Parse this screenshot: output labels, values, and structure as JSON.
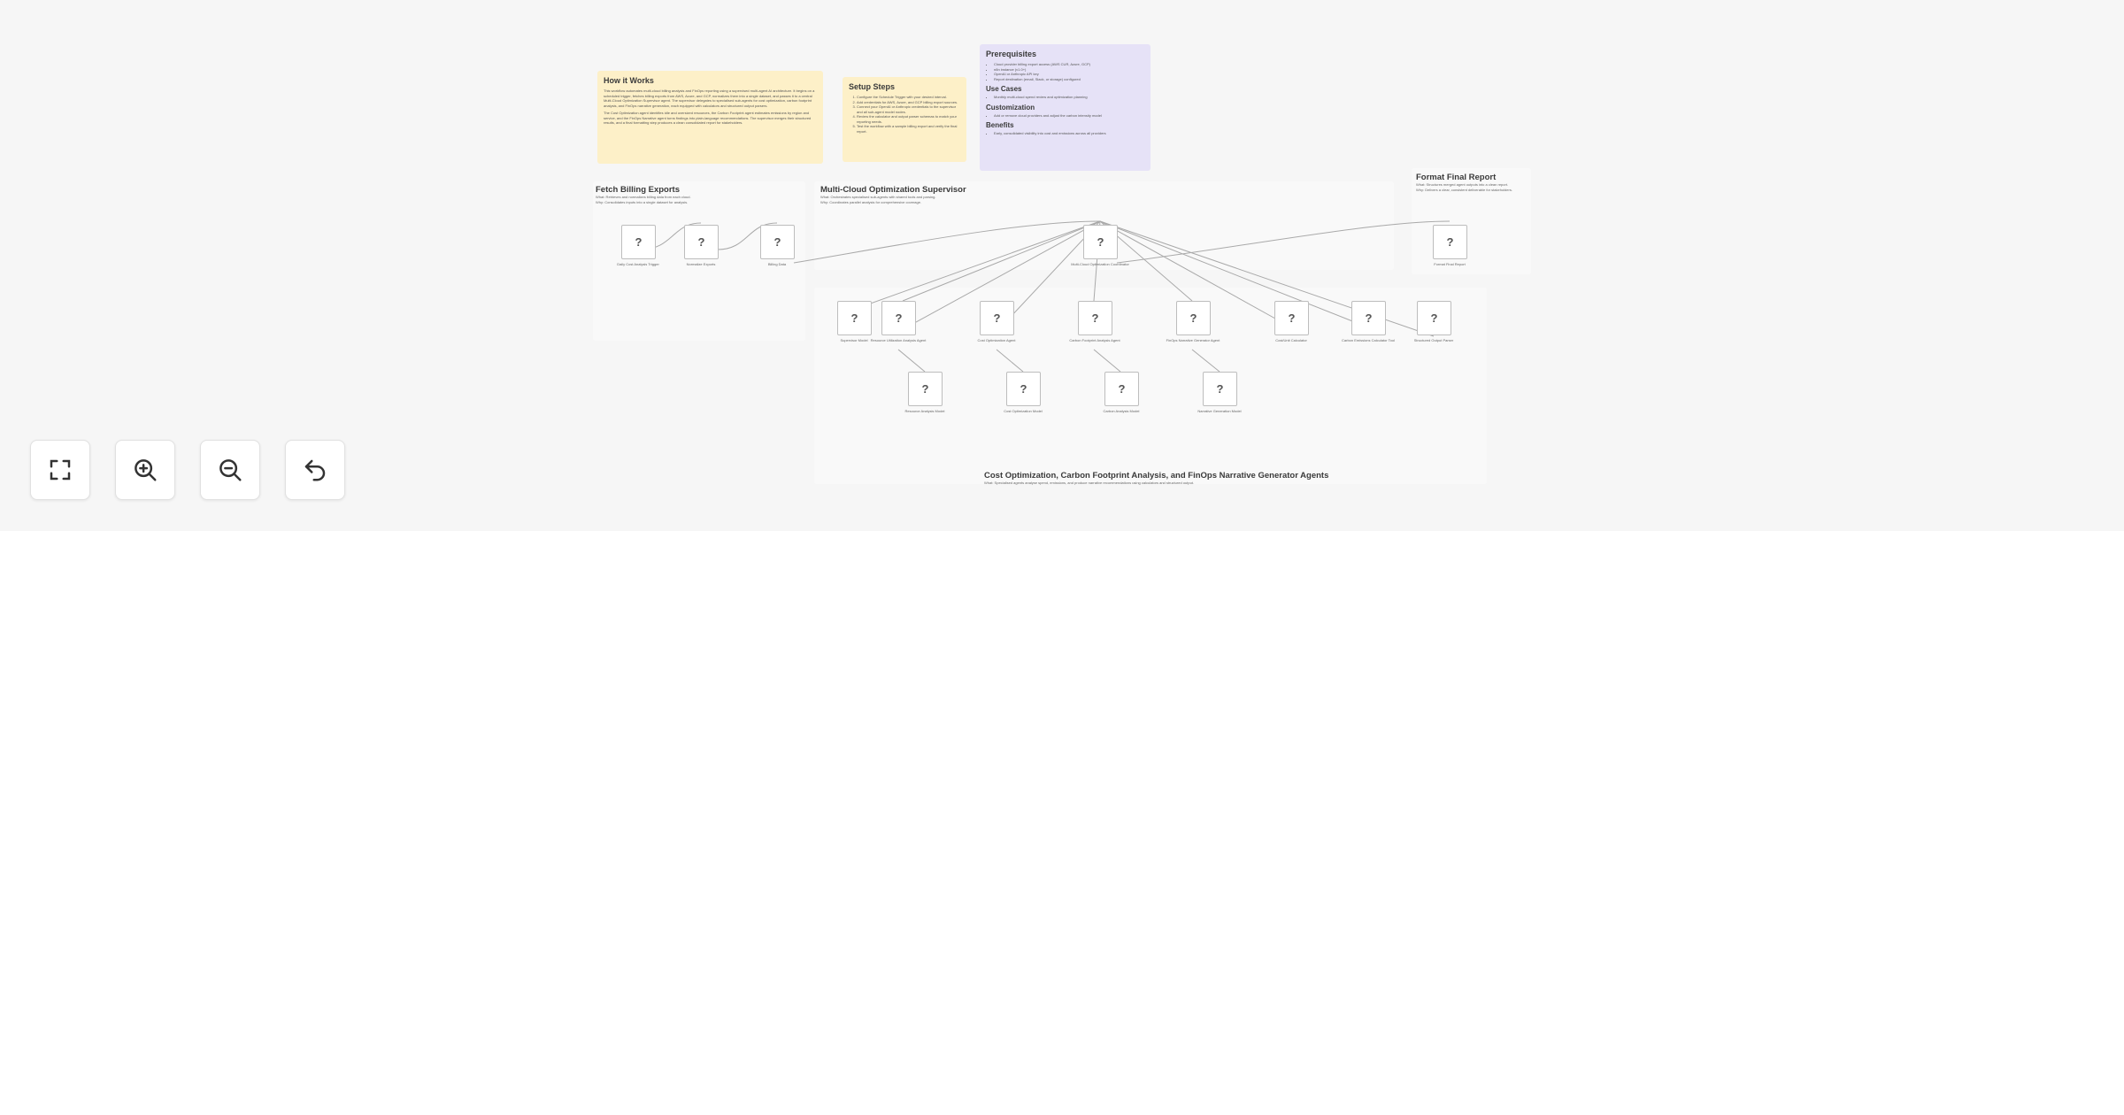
{
  "notes": {
    "how_it_works": {
      "title": "How it Works",
      "paragraphs": [
        "This workflow automates multi-cloud billing analysis and FinOps reporting using a supervised multi-agent AI architecture. It begins on a scheduled trigger, fetches billing exports from AWS, Azure, and GCP, normalizes them into a single dataset, and passes it to a central Multi-Cloud Optimization Supervisor agent. The supervisor delegates to specialised sub-agents for cost optimization, carbon footprint analysis, and FinOps narrative generation, each equipped with calculators and structured output parsers.",
        "The Cost Optimization agent identifies idle and oversized resources, the Carbon Footprint agent estimates emissions by region and service, and the FinOps Narrative agent turns findings into plain-language recommendations. The supervisor merges their structured results, and a final formatting step produces a clean consolidated report for stakeholders."
      ]
    },
    "setup_steps": {
      "title": "Setup Steps",
      "items": [
        "Configure the Schedule Trigger with your desired interval.",
        "Add credentials for AWS, Azure, and GCP billing export sources.",
        "Connect your OpenAI or Anthropic credentials to the supervisor and all sub-agent model nodes.",
        "Review the calculator and output parser schemas to match your reporting needs.",
        "Test the workflow with a sample billing export and verify the final report."
      ]
    },
    "prerequisites": {
      "title": "Prerequisites",
      "items": [
        "Cloud provider billing export access (AWS CUR, Azure, GCP)",
        "n8n instance (v1.0+)",
        "OpenAI or Anthropic API key",
        "Report destination (email, Slack, or storage) configured"
      ],
      "use_cases_title": "Use Cases",
      "use_cases": [
        "Monthly multi-cloud spend review and optimization planning"
      ],
      "customization_title": "Customization",
      "customization": [
        "Add or remove cloud providers and adjust the carbon intensity model"
      ],
      "benefits_title": "Benefits",
      "benefits": [
        "Early, consolidated visibility into cost and emissions across all providers"
      ]
    }
  },
  "sections": {
    "fetch": {
      "title": "Fetch Billing Exports",
      "what": "What: Retrieves and normalizes billing data from each cloud.",
      "why": "Why: Consolidates inputs into a single dataset for analysis."
    },
    "supervisor": {
      "title": "Multi-Cloud Optimization Supervisor",
      "what": "What: Orchestrates specialised sub-agents with shared tools and parsing.",
      "why": "Why: Coordinates parallel analysis for comprehensive coverage."
    },
    "format": {
      "title": "Format Final Report",
      "what": "What: Structures merged agent outputs into a clean report.",
      "why": "Why: Delivers a clear, consistent deliverable for stakeholders."
    },
    "agents": {
      "title": "Cost Optimization, Carbon Footprint Analysis, and FinOps Narrative Generator Agents",
      "what": "What: Specialised agents analyse spend, emissions, and produce narrative recommendations using calculators and structured output."
    }
  },
  "nodes": [
    {
      "id": "daily-trigger",
      "icon": "?",
      "label": "Daily Cost Analysis Trigger"
    },
    {
      "id": "normalize",
      "icon": "?",
      "label": "Normalize Exports"
    },
    {
      "id": "billing-data",
      "icon": "?",
      "label": "Billing Data"
    },
    {
      "id": "supervisor",
      "icon": "?",
      "label": "Multi-Cloud Optimization Coordinator"
    },
    {
      "id": "format-report",
      "icon": "?",
      "label": "Format Final Report"
    },
    {
      "id": "model-sup",
      "icon": "?",
      "label": "Supervisor Model"
    },
    {
      "id": "resource-agent",
      "icon": "?",
      "label": "Resource Utilization Analysis Agent"
    },
    {
      "id": "cost-agent",
      "icon": "?",
      "label": "Cost Optimization Agent"
    },
    {
      "id": "carbon-agent",
      "icon": "?",
      "label": "Carbon Footprint Analysis Agent"
    },
    {
      "id": "finops-agent",
      "icon": "?",
      "label": "FinOps Narrative Generator Agent"
    },
    {
      "id": "cost-calc",
      "icon": "?",
      "label": "Cost/Unit Calculator"
    },
    {
      "id": "carbon-calc",
      "icon": "?",
      "label": "Carbon Emissions Calculator Tool"
    },
    {
      "id": "output-parser",
      "icon": "?",
      "label": "Structured Output Parser"
    },
    {
      "id": "model-resource",
      "icon": "?",
      "label": "Resource Analysis Model"
    },
    {
      "id": "model-cost",
      "icon": "?",
      "label": "Cost Optimization Model"
    },
    {
      "id": "model-carbon",
      "icon": "?",
      "label": "Carbon Analysis Model"
    },
    {
      "id": "model-narrative",
      "icon": "?",
      "label": "Narrative Generation Model"
    }
  ],
  "controls": [
    {
      "id": "fit-view",
      "icon": "fullscreen-icon",
      "title": "Fit view"
    },
    {
      "id": "zoom-in",
      "icon": "zoom-in-icon",
      "title": "Zoom in"
    },
    {
      "id": "zoom-out",
      "icon": "zoom-out-icon",
      "title": "Zoom out"
    },
    {
      "id": "reset-zoom",
      "icon": "undo-icon",
      "title": "Reset zoom"
    }
  ],
  "colors": {
    "canvas": "#f6f6f6",
    "sticky_yellow": "#fdf0c8",
    "sticky_purple": "#e6e2f7",
    "node_border": "#bdbdbd",
    "edge": "#a9a9a9"
  }
}
